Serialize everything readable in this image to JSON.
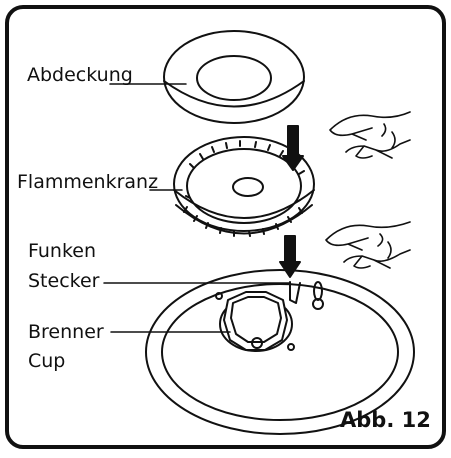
{
  "labels": {
    "cover": "Abdeckung",
    "flame_ring": "Flammenkranz",
    "spark_line1": "Funken",
    "spark_line2": "Stecker",
    "cup_line1": "Brenner",
    "cup_line2": "Cup"
  },
  "figure_number": "Abb. 12",
  "icons": {
    "hand_upper": "pointing-hand-icon",
    "hand_lower": "pointing-hand-icon",
    "arrow_upper": "down-arrow-icon",
    "arrow_lower": "down-arrow-icon"
  },
  "colors": {
    "line": "#111111",
    "background": "#ffffff"
  }
}
